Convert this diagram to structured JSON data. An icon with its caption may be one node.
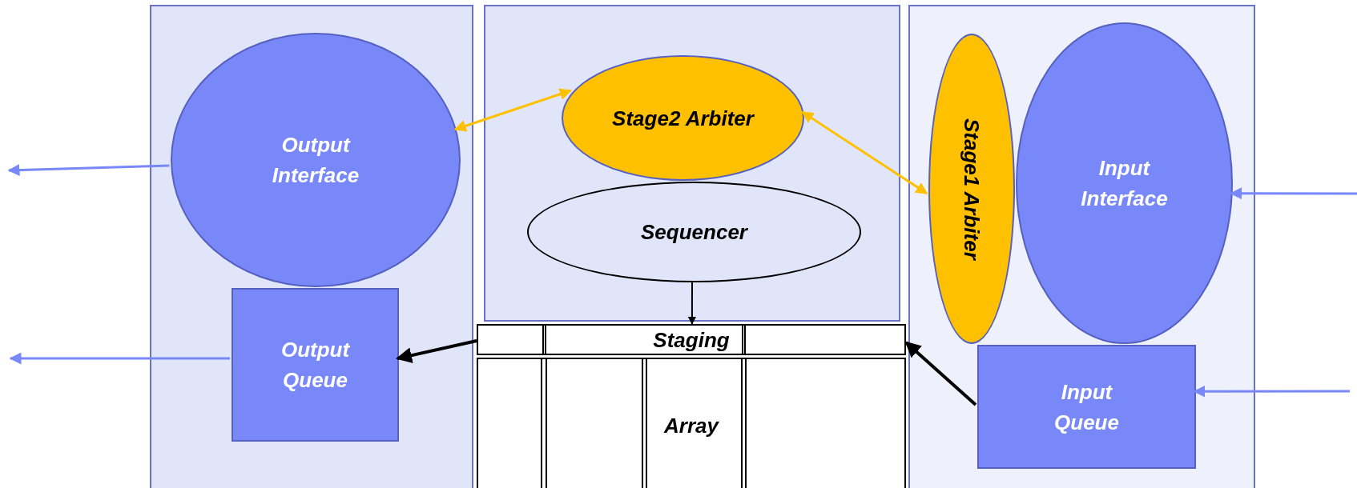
{
  "diagram": {
    "nodes": [
      {
        "text": [],
        "shape": "box"
      },
      {
        "text": [
          "Output Interface"
        ],
        "in": 0
      },
      {
        "text": [
          "Output Queue"
        ],
        "in": 0
      },
      {
        "text": [],
        "shape": "box"
      },
      {
        "text": [
          "Stage2 Arbiter"
        ],
        "in": 3
      },
      {
        "text": [
          "Sequencer"
        ],
        "in": 3
      },
      {
        "text": [
          "Staging"
        ]
      },
      {
        "text": [
          "Array"
        ]
      },
      {
        "text": [],
        "shape": "box"
      },
      {
        "text": [
          "Stage1 Arbiter"
        ],
        "in": 8
      },
      {
        "text": [
          "Input Interface"
        ],
        "in": 8
      },
      {
        "text": [
          "Input Queue"
        ],
        "in": 8
      }
    ],
    "edges": [
      {
        "from": 1,
        "to": null,
        "arrow": "to"
      },
      {
        "from": 2,
        "to": null,
        "arrow": "to"
      },
      {
        "from": null,
        "to": 10,
        "arrow": "to"
      },
      {
        "from": null,
        "to": 11,
        "arrow": "to"
      },
      {
        "from": 1,
        "to": 4,
        "arrow": "both",
        "color": "#ffc000"
      },
      {
        "from": 4,
        "to": 9,
        "arrow": "both",
        "color": "#ffc000"
      },
      {
        "from": 5,
        "to": 6,
        "arrow": "to",
        "color": "#000000"
      },
      {
        "from": 6,
        "to": 2,
        "arrow": "to",
        "color": "#000000"
      },
      {
        "from": 11,
        "to": 6,
        "arrow": "to",
        "color": "#000000"
      }
    ]
  }
}
